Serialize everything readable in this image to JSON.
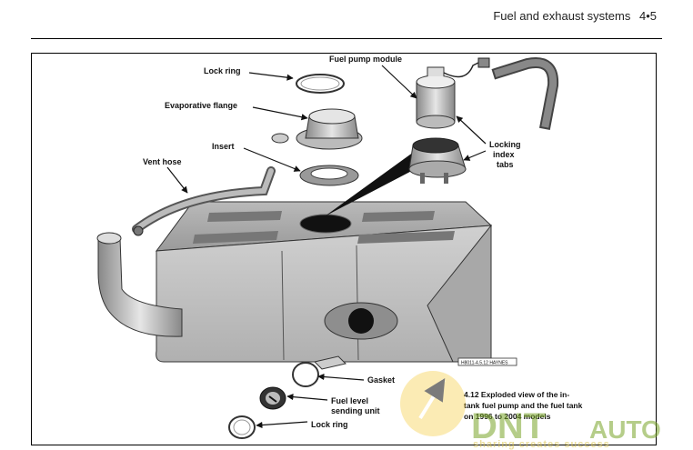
{
  "header": {
    "title": "Fuel and exhaust systems",
    "page": "4•5"
  },
  "labels": {
    "lock_ring_top": "Lock ring",
    "fuel_pump_module": "Fuel pump module",
    "evaporative_flange": "Evaporative flange",
    "insert": "Insert",
    "vent_hose": "Vent hose",
    "locking_index_tabs": [
      "Locking",
      "index",
      "tabs"
    ],
    "gasket": "Gasket",
    "sending_unit": [
      "Fuel level",
      "sending unit"
    ],
    "lock_ring_bottom": "Lock ring"
  },
  "ref_code": "H8011-4.5.12 HAYNES",
  "caption": [
    "4.12  Exploded view of the in-",
    "tank fuel pump and the fuel tank",
    "on 1996 to 2004 models"
  ],
  "watermark": {
    "brand_left": "DNT",
    "brand_right": "AUTO",
    "tagline": "sharing creates success"
  }
}
